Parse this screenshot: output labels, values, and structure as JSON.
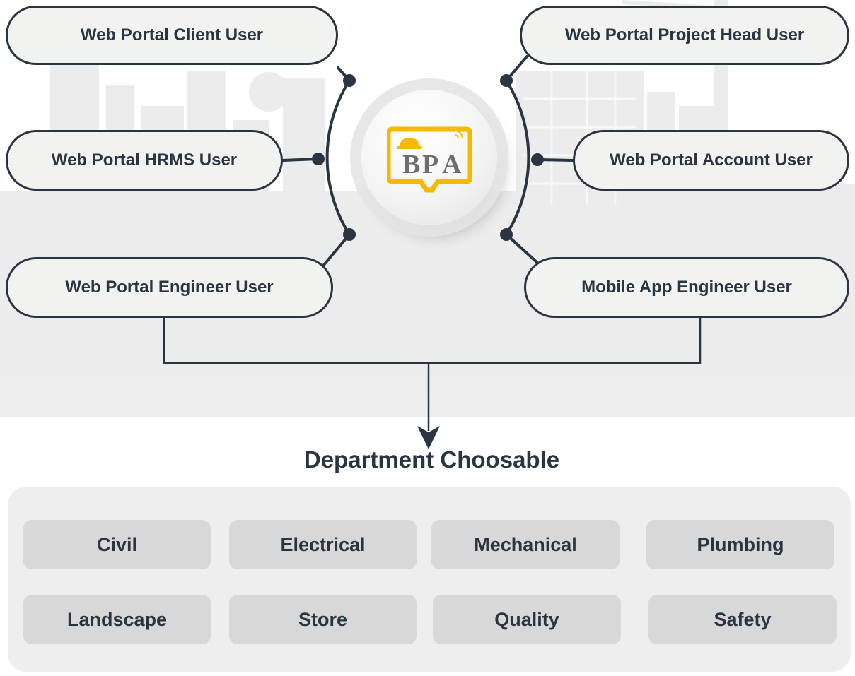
{
  "roles": {
    "web_portal_client_user": "Web Portal Client User",
    "web_portal_hrms_user": "Web Portal HRMS User",
    "web_portal_engineer_user": "Web Portal Engineer User",
    "web_portal_project_head_user": "Web Portal Project Head User",
    "web_portal_account_user": "Web Portal Account User",
    "mobile_app_engineer_user": "Mobile App Engineer User"
  },
  "logo": {
    "text_left": "B",
    "text_mid": "P",
    "text_right": "A",
    "frame_color": "#f5b900",
    "helmet_color": "#f5b900",
    "letter_color": "#6e6e6e"
  },
  "department": {
    "title": "Department Choosable",
    "items": [
      "Civil",
      "Electrical",
      "Mechanical",
      "Plumbing",
      "Landscape",
      "Store",
      "Quality",
      "Safety"
    ]
  },
  "colors": {
    "line": "#2b3441",
    "pill_fill": "#f2f2f0",
    "dept_fill": "#d8d8d9",
    "panel_fill": "#eeeeee",
    "silhouette": "#ebebeb"
  }
}
